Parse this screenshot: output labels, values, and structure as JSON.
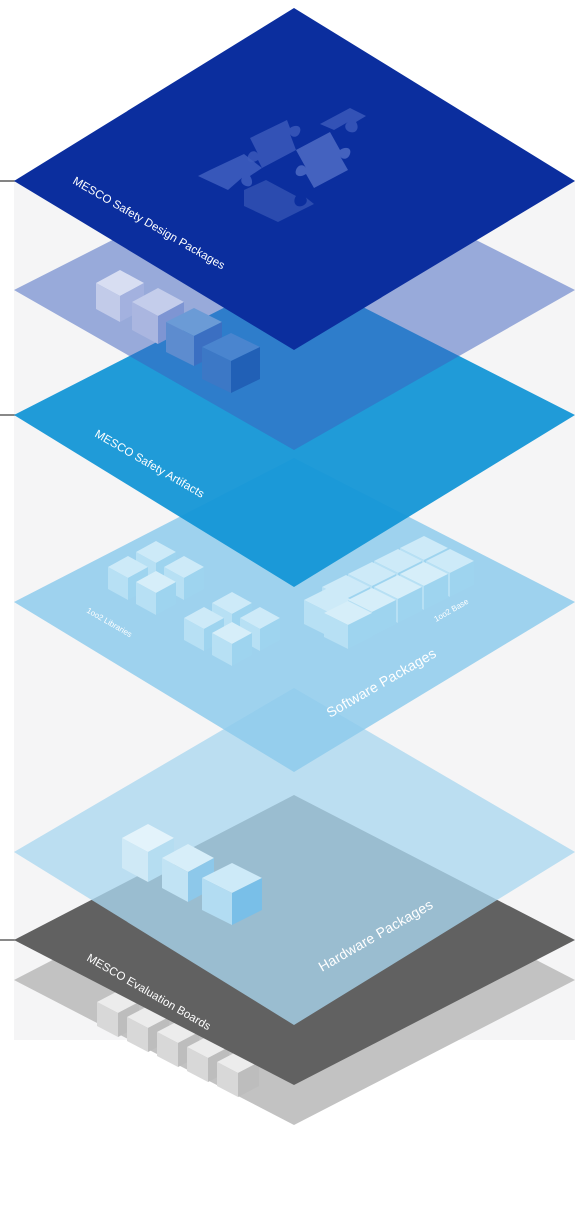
{
  "layers": [
    {
      "id": "design",
      "label": "MESCO Safety Design Packages",
      "color": "#0b2e9e"
    },
    {
      "id": "artifacts",
      "label": "MESCO Safety Artifacts",
      "color": "#1496d6"
    },
    {
      "id": "software",
      "label": "Software Packages",
      "color": "#8fcbeb"
    },
    {
      "id": "hardware",
      "label": "Hardware Packages",
      "color": "#a9d8ef"
    },
    {
      "id": "boards",
      "label": "MESCO Evaluation Boards",
      "color": "#616161"
    }
  ],
  "sublabels": {
    "libraries": "1oo2 Libraries",
    "base": "1oo2 Base"
  }
}
